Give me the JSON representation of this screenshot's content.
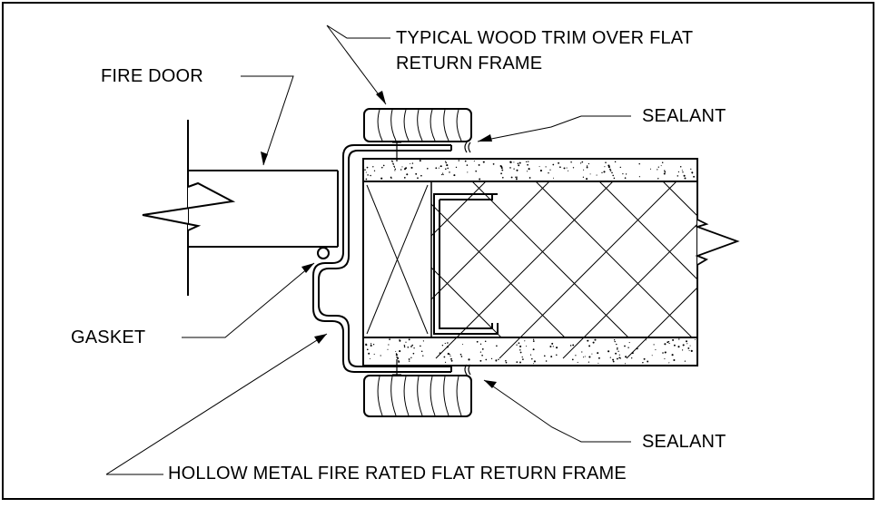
{
  "diagram": {
    "title": "",
    "labels": {
      "trim_line1": "TYPICAL WOOD TRIM OVER FLAT",
      "trim_line2": "RETURN FRAME",
      "fire_door": "FIRE DOOR",
      "sealant_top": "SEALANT",
      "gasket": "GASKET",
      "sealant_bottom": "SEALANT",
      "frame": "HOLLOW METAL FIRE RATED FLAT RETURN FRAME"
    },
    "colors": {
      "line": "#000000",
      "background": "#ffffff"
    }
  }
}
